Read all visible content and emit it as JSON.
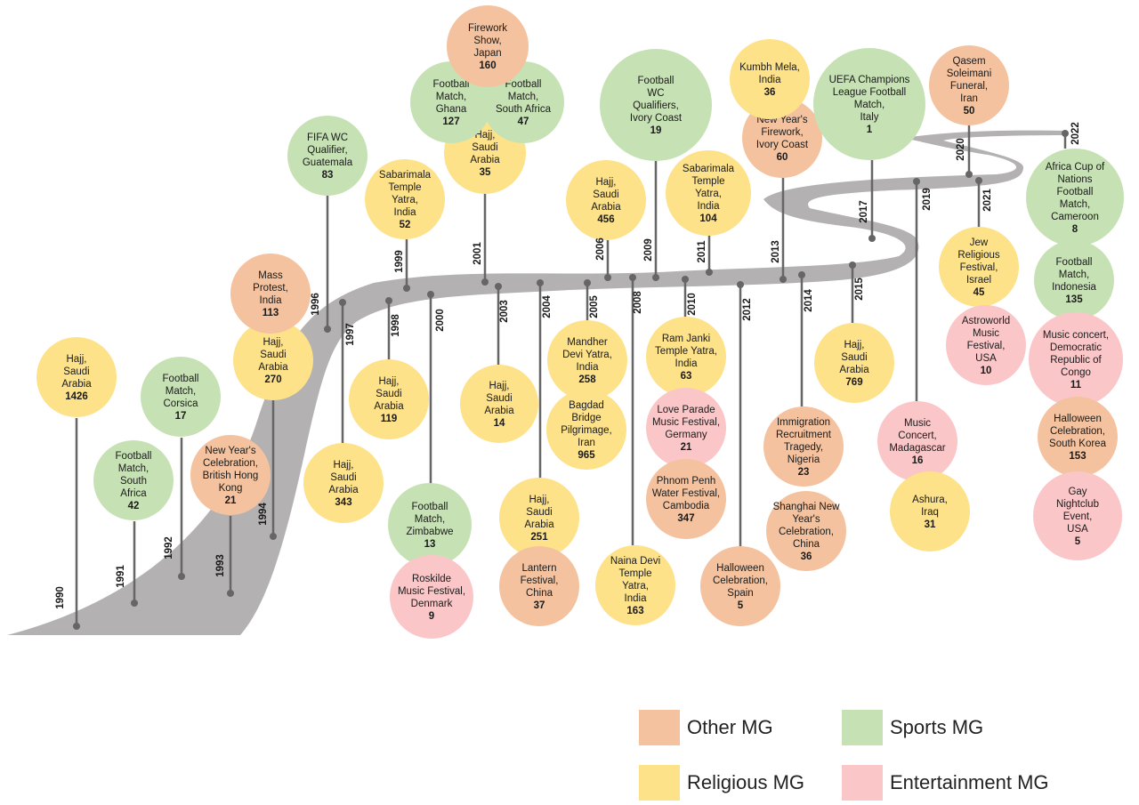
{
  "colors": {
    "other": "#f4c29e",
    "religious": "#fde28a",
    "sports": "#c6e2b4",
    "entertainment": "#fbc6c8",
    "road": "#b3b1b1",
    "stem": "#666666"
  },
  "legend": [
    {
      "key": "other",
      "label": "Other MG"
    },
    {
      "key": "sports",
      "label": "Sports MG"
    },
    {
      "key": "religious",
      "label": "Religious MG"
    },
    {
      "key": "entertainment",
      "label": "Entertainment MG"
    }
  ],
  "years": [
    {
      "label": "1990"
    },
    {
      "label": "1991"
    },
    {
      "label": "1992"
    },
    {
      "label": "1993"
    },
    {
      "label": "1994"
    },
    {
      "label": "1996"
    },
    {
      "label": "1997"
    },
    {
      "label": "1998"
    },
    {
      "label": "1999"
    },
    {
      "label": "2000"
    },
    {
      "label": "2001"
    },
    {
      "label": "2003"
    },
    {
      "label": "2004"
    },
    {
      "label": "2005"
    },
    {
      "label": "2006"
    },
    {
      "label": "2008"
    },
    {
      "label": "2009"
    },
    {
      "label": "2010"
    },
    {
      "label": "2011"
    },
    {
      "label": "2012"
    },
    {
      "label": "2013"
    },
    {
      "label": "2014"
    },
    {
      "label": "2015"
    },
    {
      "label": "2017"
    },
    {
      "label": "2019"
    },
    {
      "label": "2020"
    },
    {
      "label": "2021"
    },
    {
      "label": "2022"
    }
  ],
  "events": [
    {
      "type": "religious",
      "lines": [
        "Hajj,",
        "Saudi",
        "Arabia"
      ],
      "value": "1426"
    },
    {
      "type": "sports",
      "lines": [
        "Football",
        "Match,",
        "South",
        "Africa"
      ],
      "value": "42"
    },
    {
      "type": "sports",
      "lines": [
        "Football",
        "Match,",
        "Corsica"
      ],
      "value": "17"
    },
    {
      "type": "other",
      "lines": [
        "New Year's",
        "Celebration,",
        "British Hong",
        "Kong"
      ],
      "value": "21"
    },
    {
      "type": "religious",
      "lines": [
        "Hajj,",
        "Saudi",
        "Arabia"
      ],
      "value": "270"
    },
    {
      "type": "other",
      "lines": [
        "Mass",
        "Protest,",
        "India"
      ],
      "value": "113"
    },
    {
      "type": "sports",
      "lines": [
        "FIFA WC",
        "Qualifier,",
        "Guatemala"
      ],
      "value": "83"
    },
    {
      "type": "religious",
      "lines": [
        "Hajj,",
        "Saudi",
        "Arabia"
      ],
      "value": "343"
    },
    {
      "type": "religious",
      "lines": [
        "Hajj,",
        "Saudi",
        "Arabia"
      ],
      "value": "119"
    },
    {
      "type": "religious",
      "lines": [
        "Sabarimala",
        "Temple",
        "Yatra,",
        "India"
      ],
      "value": "52"
    },
    {
      "type": "sports",
      "lines": [
        "Football",
        "Match,",
        "Zimbabwe"
      ],
      "value": "13"
    },
    {
      "type": "entertainment",
      "lines": [
        "Roskilde",
        "Music Festival,",
        "Denmark"
      ],
      "value": "9"
    },
    {
      "type": "religious",
      "lines": [
        "Hajj,",
        "Saudi",
        "Arabia"
      ],
      "value": "35"
    },
    {
      "type": "sports",
      "lines": [
        "Football",
        "Match,",
        "Ghana"
      ],
      "value": "127"
    },
    {
      "type": "sports",
      "lines": [
        "Football",
        "Match,",
        "South Africa"
      ],
      "value": "47"
    },
    {
      "type": "other",
      "lines": [
        "Firework",
        "Show,",
        "Japan"
      ],
      "value": "160"
    },
    {
      "type": "religious",
      "lines": [
        "Hajj,",
        "Saudi",
        "Arabia"
      ],
      "value": "14"
    },
    {
      "type": "religious",
      "lines": [
        "Hajj,",
        "Saudi",
        "Arabia"
      ],
      "value": "251"
    },
    {
      "type": "other",
      "lines": [
        "Lantern",
        "Festival,",
        "China"
      ],
      "value": "37"
    },
    {
      "type": "religious",
      "lines": [
        "Mandher",
        "Devi Yatra,",
        "India"
      ],
      "value": "258"
    },
    {
      "type": "religious",
      "lines": [
        "Bagdad",
        "Bridge",
        "Pilgrimage,",
        "Iran"
      ],
      "value": "965"
    },
    {
      "type": "religious",
      "lines": [
        "Hajj,",
        "Saudi",
        "Arabia"
      ],
      "value": "456"
    },
    {
      "type": "religious",
      "lines": [
        "Naina Devi",
        "Temple",
        "Yatra,",
        "India"
      ],
      "value": "163"
    },
    {
      "type": "sports",
      "lines": [
        "Football",
        "WC",
        "Qualifiers,",
        "Ivory Coast"
      ],
      "value": "19"
    },
    {
      "type": "religious",
      "lines": [
        "Ram Janki",
        "Temple Yatra,",
        "India"
      ],
      "value": "63"
    },
    {
      "type": "entertainment",
      "lines": [
        "Love Parade",
        "Music Festival,",
        "Germany"
      ],
      "value": "21"
    },
    {
      "type": "other",
      "lines": [
        "Phnom Penh",
        "Water Festival,",
        "Cambodia"
      ],
      "value": "347"
    },
    {
      "type": "religious",
      "lines": [
        "Sabarimala",
        "Temple",
        "Yatra,",
        "India"
      ],
      "value": "104"
    },
    {
      "type": "other",
      "lines": [
        "Halloween",
        "Celebration,",
        "Spain"
      ],
      "value": "5"
    },
    {
      "type": "other",
      "lines": [
        "New Year's",
        "Firework,",
        "Ivory Coast"
      ],
      "value": "60"
    },
    {
      "type": "religious",
      "lines": [
        "Kumbh Mela,",
        "India"
      ],
      "value": "36"
    },
    {
      "type": "other",
      "lines": [
        "Immigration",
        "Recruitment",
        "Tragedy,",
        "Nigeria"
      ],
      "value": "23"
    },
    {
      "type": "other",
      "lines": [
        "Shanghai New",
        "Year's",
        "Celebration,",
        "China"
      ],
      "value": "36"
    },
    {
      "type": "religious",
      "lines": [
        "Hajj,",
        "Saudi",
        "Arabia"
      ],
      "value": "769"
    },
    {
      "type": "sports",
      "lines": [
        "UEFA Champions",
        "League Football",
        "Match,",
        "Italy"
      ],
      "value": "1"
    },
    {
      "type": "entertainment",
      "lines": [
        "Music",
        "Concert,",
        "Madagascar"
      ],
      "value": "16"
    },
    {
      "type": "religious",
      "lines": [
        "Ashura,",
        "Iraq"
      ],
      "value": "31"
    },
    {
      "type": "other",
      "lines": [
        "Qasem",
        "Soleimani",
        "Funeral,",
        "Iran"
      ],
      "value": "50"
    },
    {
      "type": "religious",
      "lines": [
        "Jew",
        "Religious",
        "Festival,",
        "Israel"
      ],
      "value": "45"
    },
    {
      "type": "entertainment",
      "lines": [
        "Astroworld",
        "Music",
        "Festival,",
        "USA"
      ],
      "value": "10"
    },
    {
      "type": "sports",
      "lines": [
        "Africa Cup of",
        "Nations",
        "Football",
        "Match,",
        "Cameroon"
      ],
      "value": "8"
    },
    {
      "type": "sports",
      "lines": [
        "Football",
        "Match,",
        "Indonesia"
      ],
      "value": "135"
    },
    {
      "type": "entertainment",
      "lines": [
        "Music concert,",
        "Democratic",
        "Republic of",
        "Congo"
      ],
      "value": "11"
    },
    {
      "type": "other",
      "lines": [
        "Halloween",
        "Celebration,",
        "South Korea"
      ],
      "value": "153"
    },
    {
      "type": "entertainment",
      "lines": [
        "Gay",
        "Nightclub",
        "Event,",
        "USA"
      ],
      "value": "5"
    }
  ]
}
